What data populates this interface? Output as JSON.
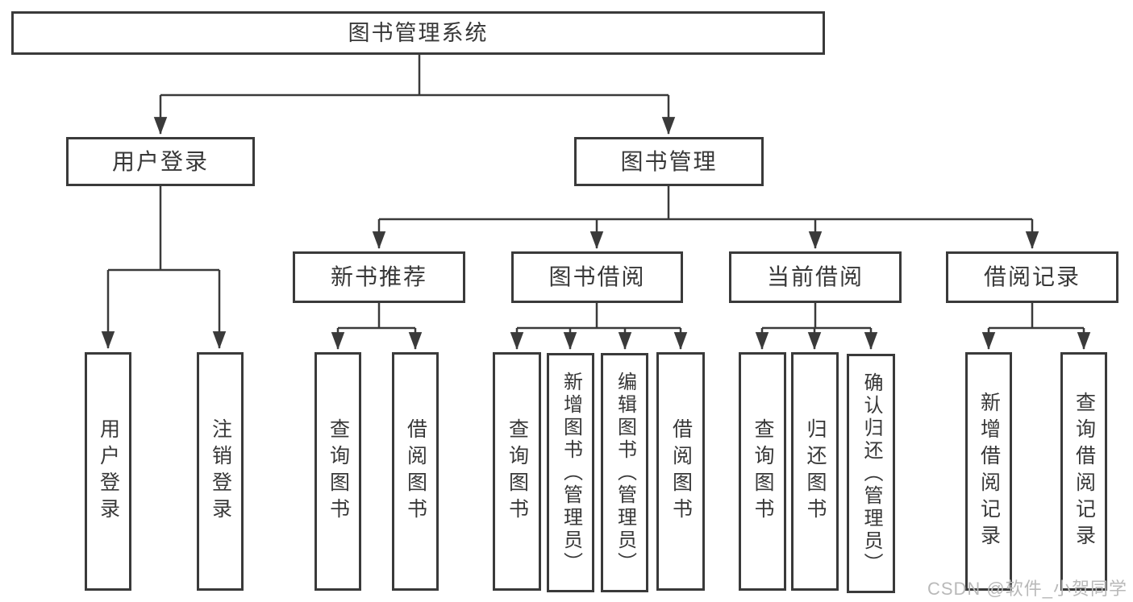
{
  "tree": {
    "root": "图书管理系统",
    "branches": [
      {
        "label": "用户登录",
        "children": [
          "用户登录",
          "注销登录"
        ]
      },
      {
        "label": "图书管理",
        "children": [
          {
            "label": "新书推荐",
            "children": [
              "查询图书",
              "借阅图书"
            ]
          },
          {
            "label": "图书借阅",
            "children": [
              "查询图书",
              "新增图书（管理员）",
              "编辑图书（管理员）",
              "借阅图书"
            ]
          },
          {
            "label": "当前借阅",
            "children": [
              "查询图书",
              "归还图书",
              "确认归还（管理员）"
            ]
          },
          {
            "label": "借阅记录",
            "children": [
              "新增借阅记录",
              "查询借阅记录"
            ]
          }
        ]
      }
    ]
  },
  "watermark": {
    "text": "CSDN @软件_小贺同学"
  },
  "colors": {
    "line": "#3a3a3a",
    "box_border": "#3a3a3a",
    "text": "#383838",
    "watermark": "#b9b9b9",
    "background": "#ffffff"
  }
}
